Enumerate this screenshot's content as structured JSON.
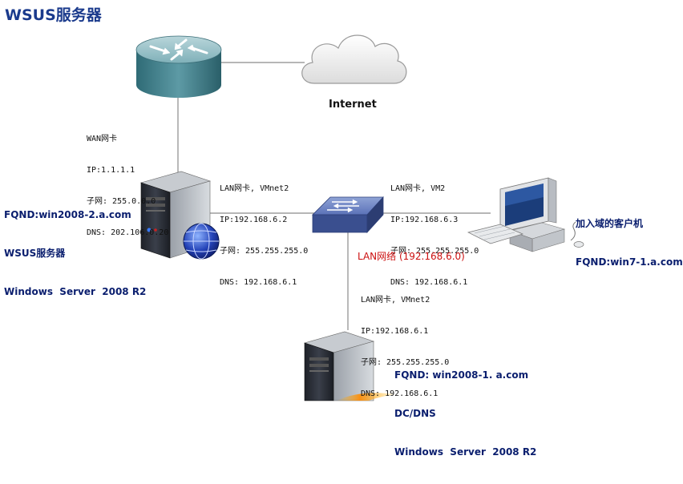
{
  "title": "WSUS服务器",
  "internet_label": "Internet",
  "wan_nic": {
    "lines": [
      "WAN网卡",
      "IP:1.1.1.1",
      "子网: 255.0.0.0",
      "DNS: 202.106.0.20"
    ]
  },
  "wsus_server": {
    "lines": [
      "FQND:win2008-2.a.com",
      "WSUS服务器",
      "Windows  Server  2008 R2"
    ]
  },
  "lan_nic_vmnet2_top": {
    "lines": [
      "LAN网卡, VMnet2",
      "IP:192.168.6.2",
      "子网: 255.255.255.0",
      "DNS: 192.168.6.1"
    ]
  },
  "lan_nic_vm2": {
    "lines": [
      "LAN网卡, VM2",
      "IP:192.168.6.3",
      "子网: 255.255.255.0",
      "DNS: 192.168.6.1"
    ]
  },
  "client": {
    "lines": [
      "加入域的客户机",
      "FQND:win7-1.a.com"
    ]
  },
  "lan_network_label": "LAN网络 (192.168.6.0)",
  "lan_nic_dc": {
    "lines": [
      "LAN网卡, VMnet2",
      "IP:192.168.6.1",
      "子网: 255.255.255.0",
      "DNS: 192.168.6.1"
    ]
  },
  "dc_server": {
    "lines": [
      "FQND: win2008-1. a.com",
      "DC/DNS",
      "Windows  Server  2008 R2"
    ]
  },
  "colors": {
    "title": "#1a3a8c",
    "navy_text": "#0a1e6e",
    "lan_label": "#cc1010",
    "link": "#808080",
    "router": "#3f7f8c",
    "switch": "#3a4f8f",
    "server_body": "#2b2f38"
  }
}
